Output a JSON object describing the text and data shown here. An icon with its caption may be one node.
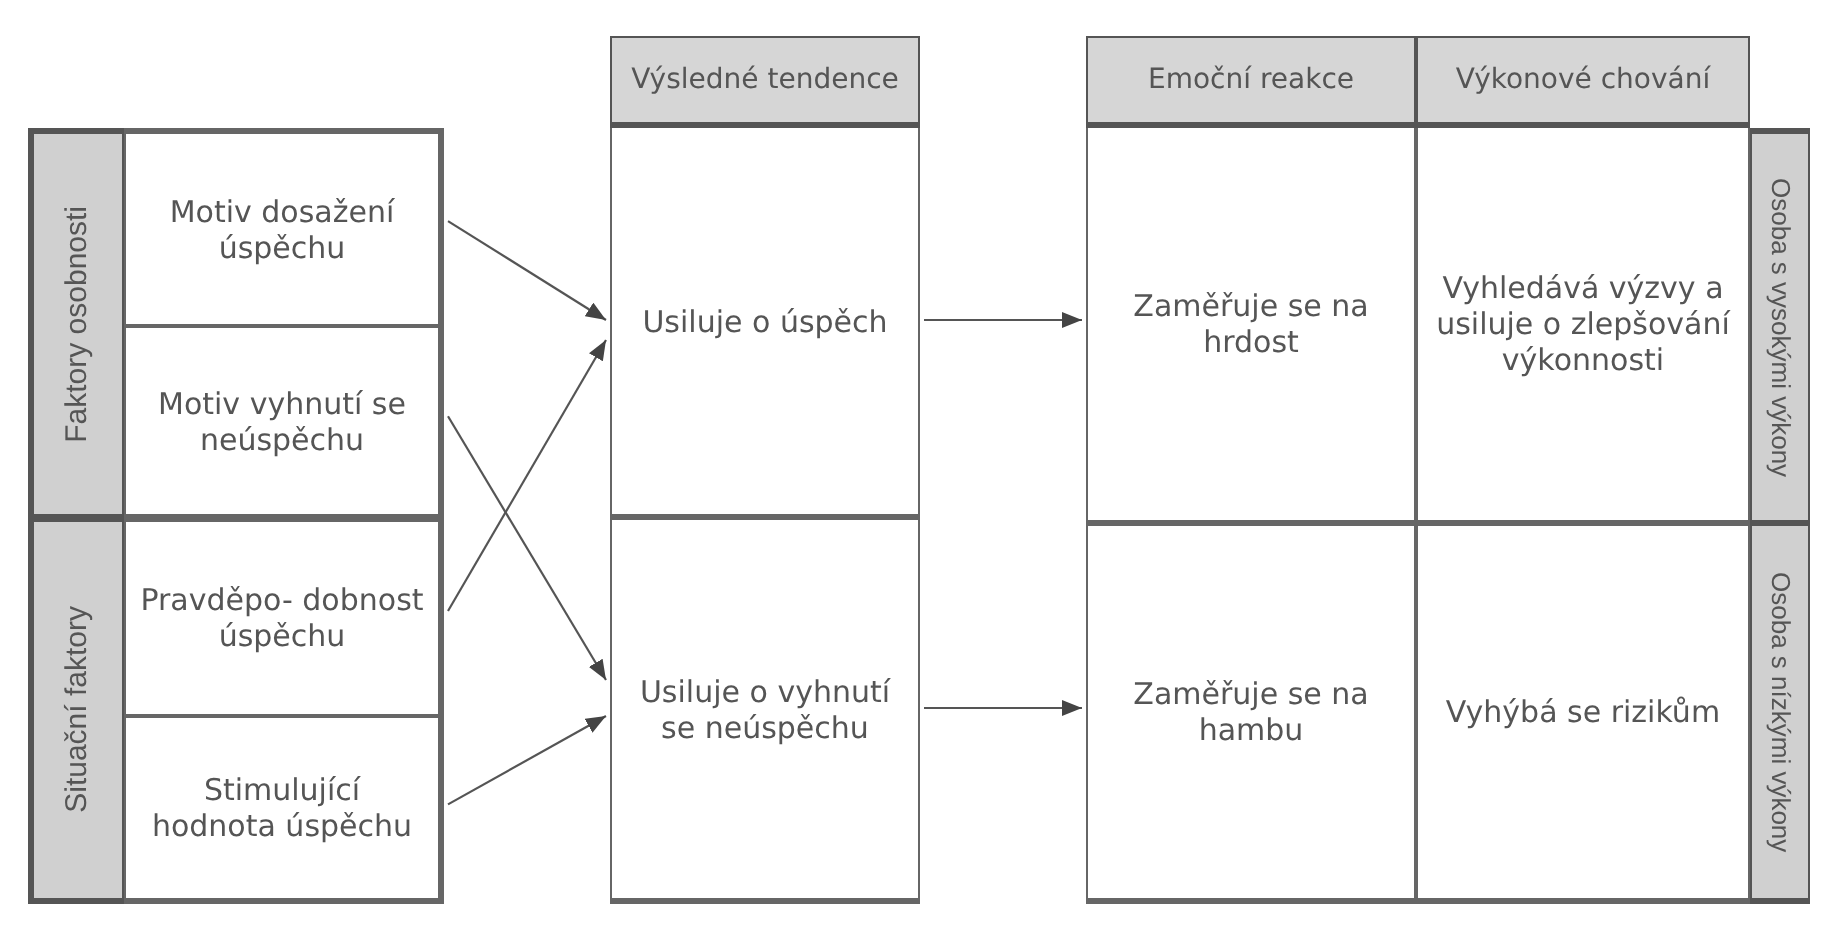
{
  "diagram": {
    "nodes": [
      {
        "text": [
          "Faktory osobnosti"
        ]
      },
      {
        "text": [
          "Motiv dosažení úspěchu"
        ]
      },
      {
        "text": [
          "Motiv vyhnutí se neúspěchu"
        ]
      },
      {
        "text": [
          "Situační faktory"
        ]
      },
      {
        "text": [
          "Pravděpo- dobnost úspěchu"
        ]
      },
      {
        "text": [
          "Stimulující hodnota úspěchu"
        ]
      },
      {
        "text": [
          "Výsledné tendence"
        ]
      },
      {
        "text": [
          "Usiluje o úspěch"
        ]
      },
      {
        "text": [
          "Usiluje o vyhnutí se neúspěchu"
        ]
      },
      {
        "text": [
          "Emoční reakce"
        ]
      },
      {
        "text": [
          "Výkonové chování"
        ]
      },
      {
        "text": [
          "Zaměřuje se na hrdost"
        ]
      },
      {
        "text": [
          "Vyhledává výzvy a usiluje o zlepšování výkonnosti"
        ]
      },
      {
        "text": [
          "Osoba s vysokými výkony"
        ]
      },
      {
        "text": [
          "Zaměřuje se na hambu"
        ]
      },
      {
        "text": [
          "Vyhýbá se rizikům"
        ]
      },
      {
        "text": [
          "Osoba s nízkými výkony"
        ]
      }
    ],
    "edges": [
      {
        "from": 1,
        "to": 7,
        "arrow": "to"
      },
      {
        "from": 2,
        "to": 8,
        "arrow": "to"
      },
      {
        "from": 4,
        "to": 7,
        "arrow": "to"
      },
      {
        "from": 5,
        "to": 8,
        "arrow": "to"
      },
      {
        "from": 7,
        "to": 11,
        "arrow": "to"
      },
      {
        "from": 8,
        "to": 14,
        "arrow": "to"
      }
    ]
  }
}
